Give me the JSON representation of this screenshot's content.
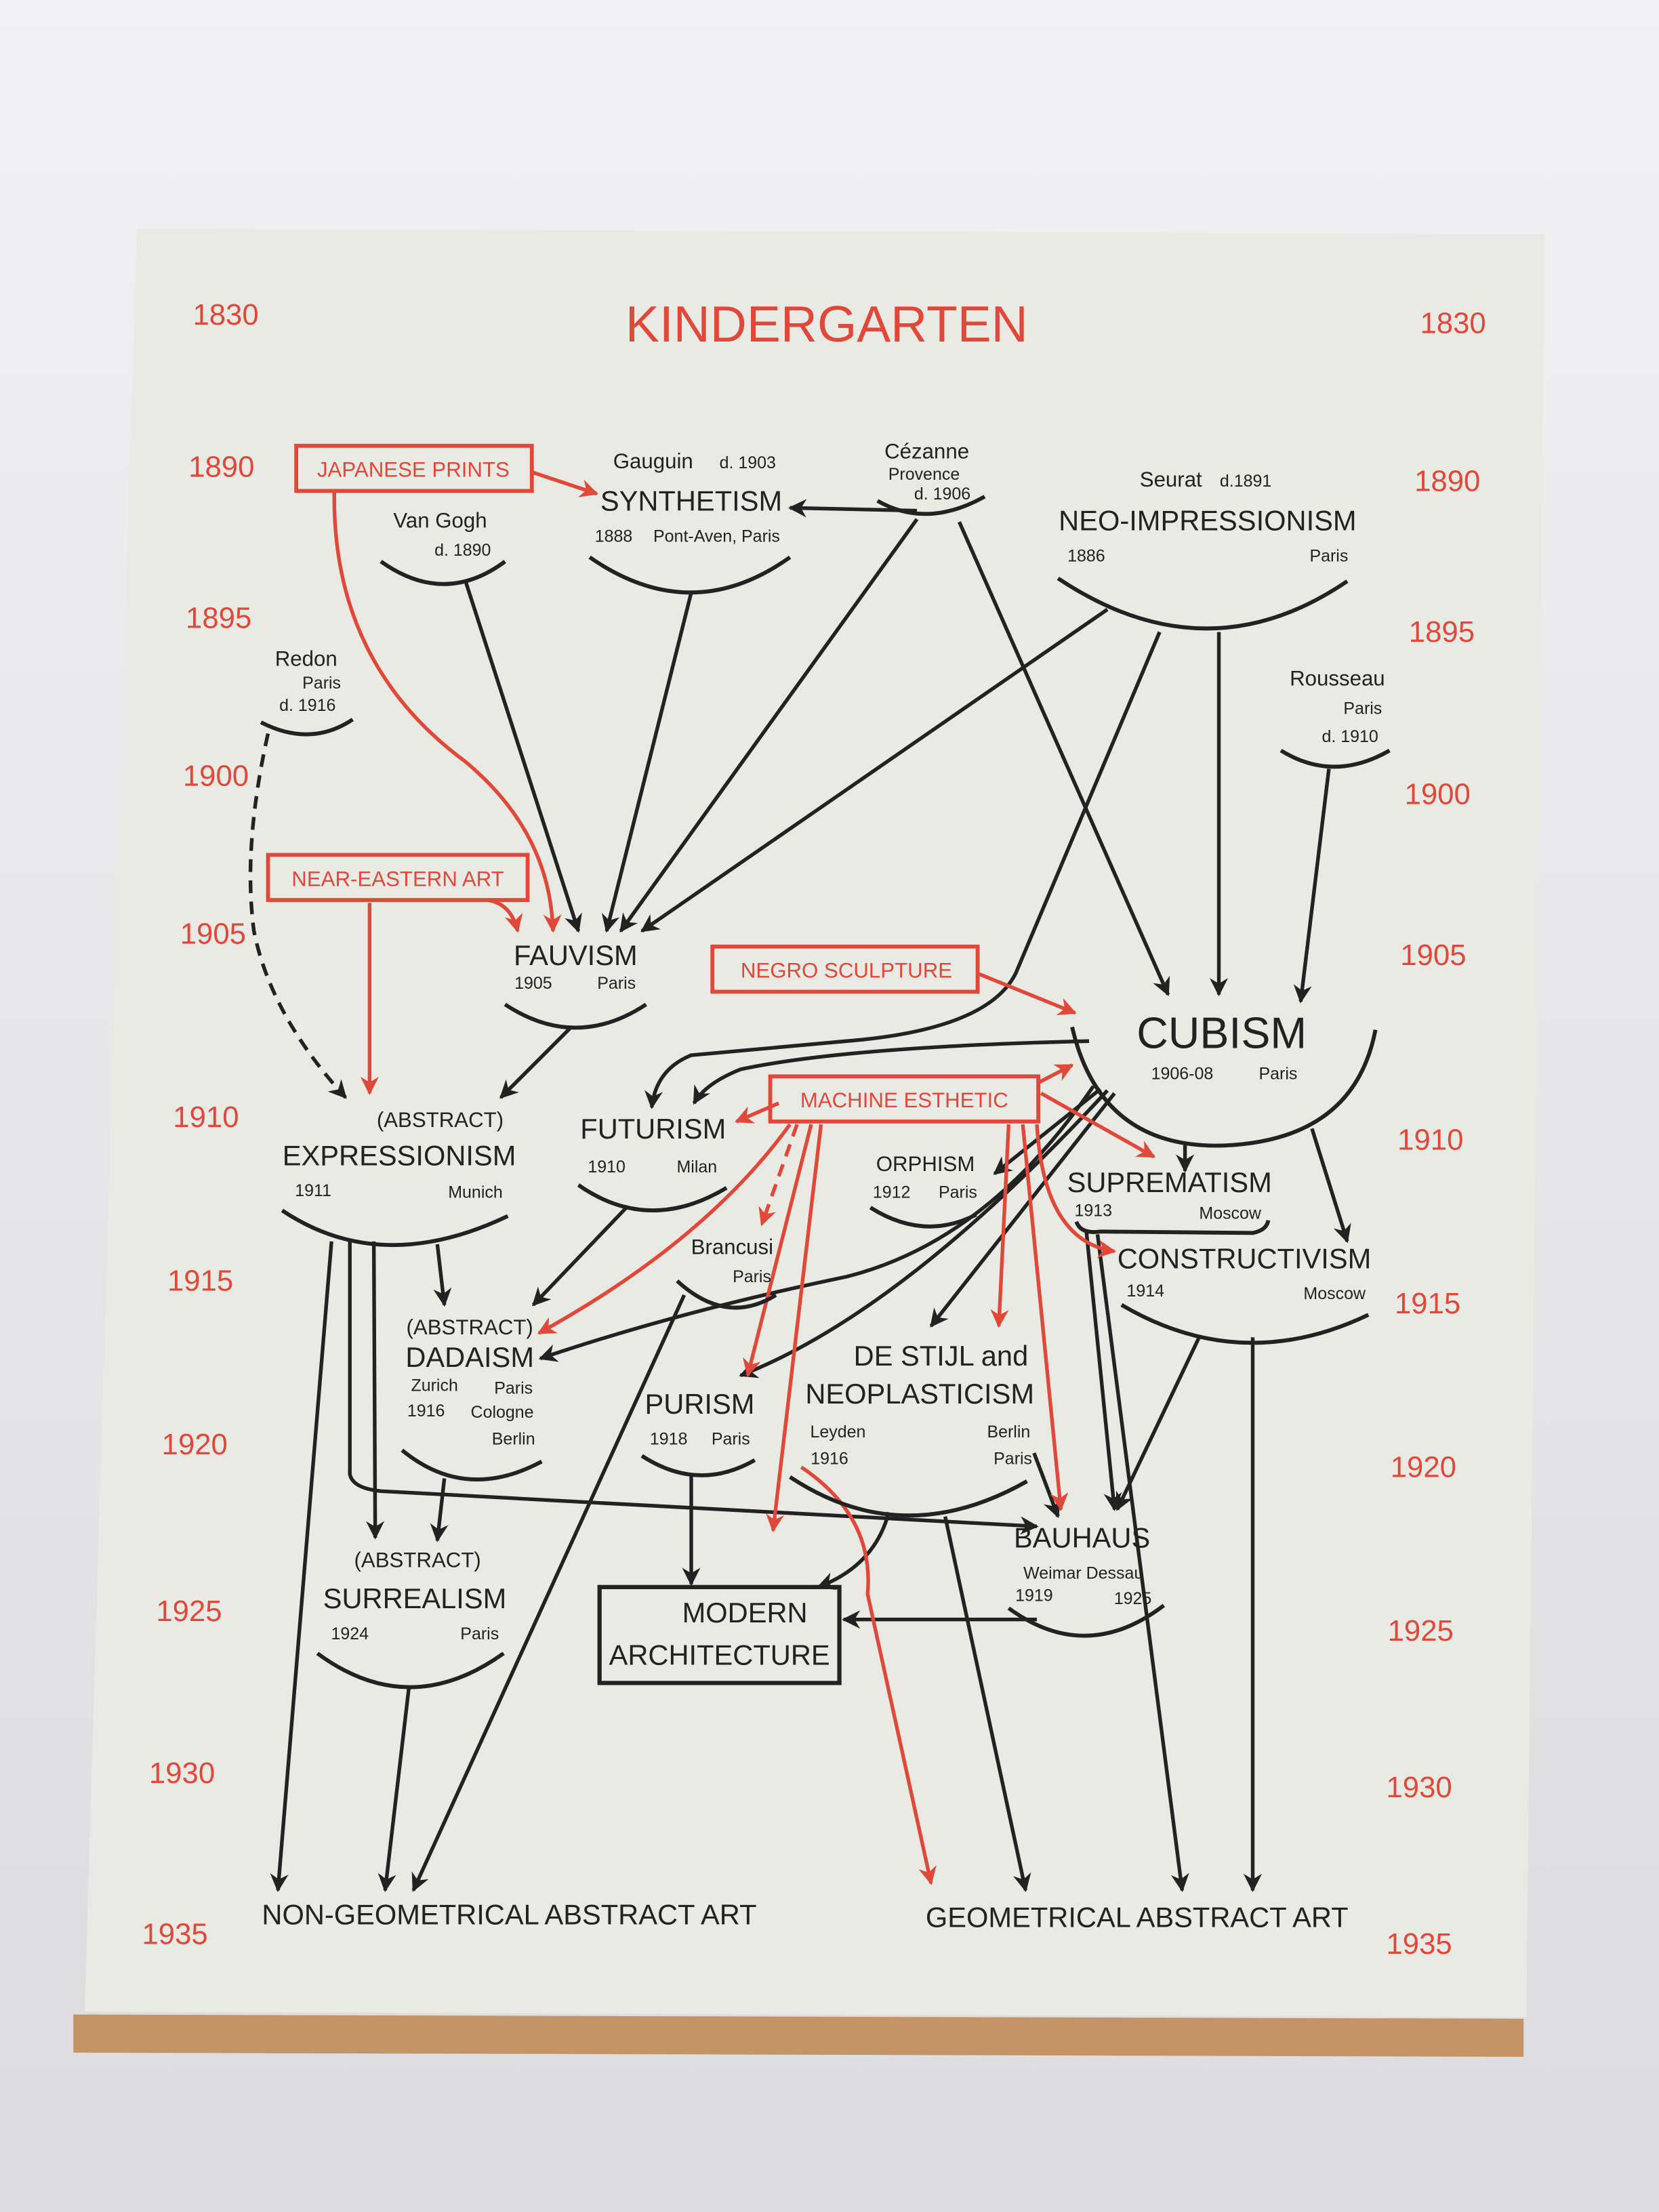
{
  "title": "KINDERGARTEN",
  "years_left": [
    "1830",
    "1890",
    "1895",
    "1900",
    "1905",
    "1910",
    "1915",
    "1920",
    "1925",
    "1930",
    "1935"
  ],
  "years_right": [
    "1830",
    "1890",
    "1895",
    "1900",
    "1905",
    "1910",
    "1915",
    "1920",
    "1925",
    "1930",
    "1935"
  ],
  "influences": {
    "japanese_prints": "JAPANESE PRINTS",
    "near_eastern_art": "NEAR-EASTERN ART",
    "negro_sculpture": "NEGRO SCULPTURE",
    "machine_esthetic": "MACHINE ESTHETIC"
  },
  "artists": {
    "gauguin": [
      "Gauguin",
      "d. 1903"
    ],
    "cezanne": [
      "Cézanne",
      "Provence",
      "d. 1906"
    ],
    "van_gogh": [
      "Van Gogh",
      "d. 1890"
    ],
    "seurat": [
      "Seurat",
      "d.1891"
    ],
    "redon": [
      "Redon",
      "Paris",
      "d. 1916"
    ],
    "rousseau": [
      "Rousseau",
      "Paris",
      "d. 1910"
    ],
    "brancusi": [
      "Brancusi",
      "Paris"
    ]
  },
  "movements": {
    "synthetism": {
      "name": "SYNTHETISM",
      "date": "1888",
      "place": "Pont-Aven, Paris"
    },
    "neo_impressionism": {
      "name": "NEO-IMPRESSIONISM",
      "date": "1886",
      "place": "Paris"
    },
    "fauvism": {
      "name": "FAUVISM",
      "date": "1905",
      "place": "Paris"
    },
    "cubism": {
      "name": "CUBISM",
      "date": "1906-08",
      "place": "Paris"
    },
    "abstract_expressionism": {
      "prefix": "(ABSTRACT)",
      "name": "EXPRESSIONISM",
      "date": "1911",
      "place": "Munich"
    },
    "futurism": {
      "name": "FUTURISM",
      "date": "1910",
      "place": "Milan"
    },
    "orphism": {
      "name": "ORPHISM",
      "date": "1912",
      "place": "Paris"
    },
    "suprematism": {
      "name": "SUPREMATISM",
      "date": "1913",
      "place": "Moscow"
    },
    "constructivism": {
      "name": "CONSTRUCTIVISM",
      "date": "1914",
      "place": "Moscow"
    },
    "dadaism": {
      "prefix": "(ABSTRACT)",
      "name": "DADAISM",
      "places1": "Zurich",
      "places2": "Paris",
      "date": "1916",
      "place3": "Cologne",
      "place4": "Berlin"
    },
    "de_stijl": {
      "name1": "DE STIJL and",
      "name2": "NEOPLASTICISM",
      "place1": "Leyden",
      "date": "1916",
      "place2": "Berlin",
      "place3": "Paris"
    },
    "purism": {
      "name": "PURISM",
      "date": "1918",
      "place": "Paris"
    },
    "bauhaus": {
      "name": "BAUHAUS",
      "places": "Weimar Dessau",
      "date1": "1919",
      "date2": "1925"
    },
    "surrealism": {
      "prefix": "(ABSTRACT)",
      "name": "SURREALISM",
      "date": "1924",
      "place": "Paris"
    },
    "modern_architecture": [
      "MODERN",
      "ARCHITECTURE"
    ]
  },
  "outcomes": {
    "non_geometrical": "NON-GEOMETRICAL ABSTRACT ART",
    "geometrical": "GEOMETRICAL ABSTRACT ART"
  },
  "colors": {
    "accent_red": "#e0483a",
    "ink": "#222222",
    "paper": "#e8eae3"
  }
}
